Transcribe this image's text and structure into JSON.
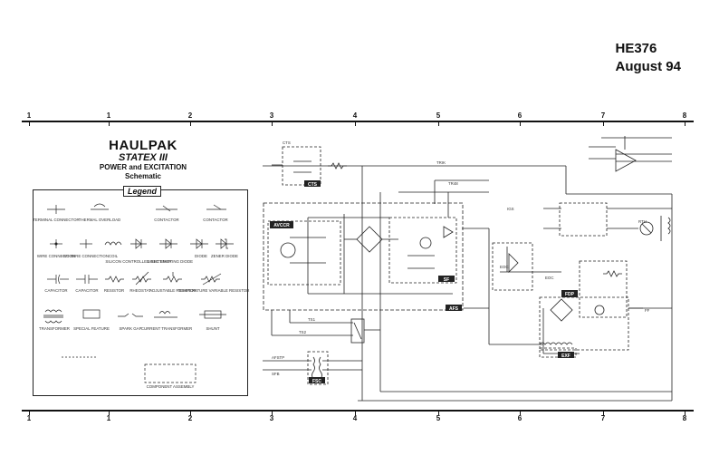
{
  "header": {
    "doc_id": "HE376",
    "date": "August 94"
  },
  "ruler": {
    "marks": [
      "1",
      "1",
      "2",
      "3",
      "4",
      "5",
      "6",
      "7",
      "8"
    ]
  },
  "title": {
    "brand": "HAULPAK",
    "model": "STATEX III",
    "subtitle": "POWER and EXCITATION",
    "type": "Schematic"
  },
  "legend": {
    "title": "Legend",
    "items": [
      "TERMINAL CONNECTOR",
      "THERMAL OVERLOAD",
      "CONTACTOR",
      "CONTACTOR",
      "WIRE CONNECTION",
      "NO WIRE CONNECTION",
      "COIL",
      "SILICON CONTROLLED RECTIFIER",
      "LIGHT EMITTING DIODE",
      "DIODE",
      "ZENER DIODE",
      "CAPACITOR",
      "CAPACITOR",
      "RESISTOR",
      "RHEOSTAT",
      "ADJUSTABLE RESISTOR",
      "TEMPERATURE VARIABLE RESISTOR",
      "TRANSFORMER",
      "SPECIAL FEATURE",
      "SPARK GAP",
      "CURRENT TRANSFORMER",
      "SHUNT",
      "COMPONENT ASSEMBLY"
    ]
  },
  "schematic": {
    "modules": [
      "CTS",
      "AVCCR",
      "SF",
      "AFS",
      "FDP",
      "EXF",
      "FSC"
    ],
    "labels": [
      "TRIK",
      "TR48",
      "IGS",
      "EOC",
      "EOC",
      "FF",
      "TS1",
      "TS2",
      "RTH",
      "CTS",
      "AFSTP",
      "SFB"
    ]
  },
  "colors": {
    "ink": "#111111",
    "paper": "#ffffff"
  }
}
